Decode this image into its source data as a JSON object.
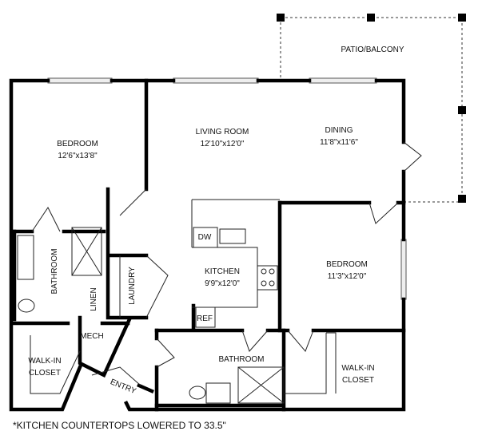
{
  "rooms": {
    "bedroom1": {
      "name": "BEDROOM",
      "size": "12'6\"x13'8\""
    },
    "living": {
      "name": "LIVING ROOM",
      "size": "12'10\"x12'0\""
    },
    "dining": {
      "name": "DINING",
      "size": "11'8\"x11'6\""
    },
    "kitchen": {
      "name": "KITCHEN",
      "size": "9'9\"x12'0\""
    },
    "bedroom2": {
      "name": "BEDROOM",
      "size": "11'3\"x12'0\""
    },
    "bathroom1": {
      "name": "BATHROOM"
    },
    "linen": {
      "name": "LINEN"
    },
    "laundry": {
      "name": "LAUNDRY"
    },
    "mech": {
      "name": "MECH"
    },
    "closet1": {
      "line1": "WALK-IN",
      "line2": "CLOSET"
    },
    "entry": {
      "name": "ENTRY"
    },
    "bathroom2": {
      "name": "BATHROOM"
    },
    "closet2": {
      "line1": "WALK-IN",
      "line2": "CLOSET"
    },
    "patio": {
      "name": "PATIO/BALCONY"
    }
  },
  "appliances": {
    "dw": "DW",
    "ref": "REF"
  },
  "footnote": "*KITCHEN COUNTERTOPS LOWERED TO 33.5\""
}
